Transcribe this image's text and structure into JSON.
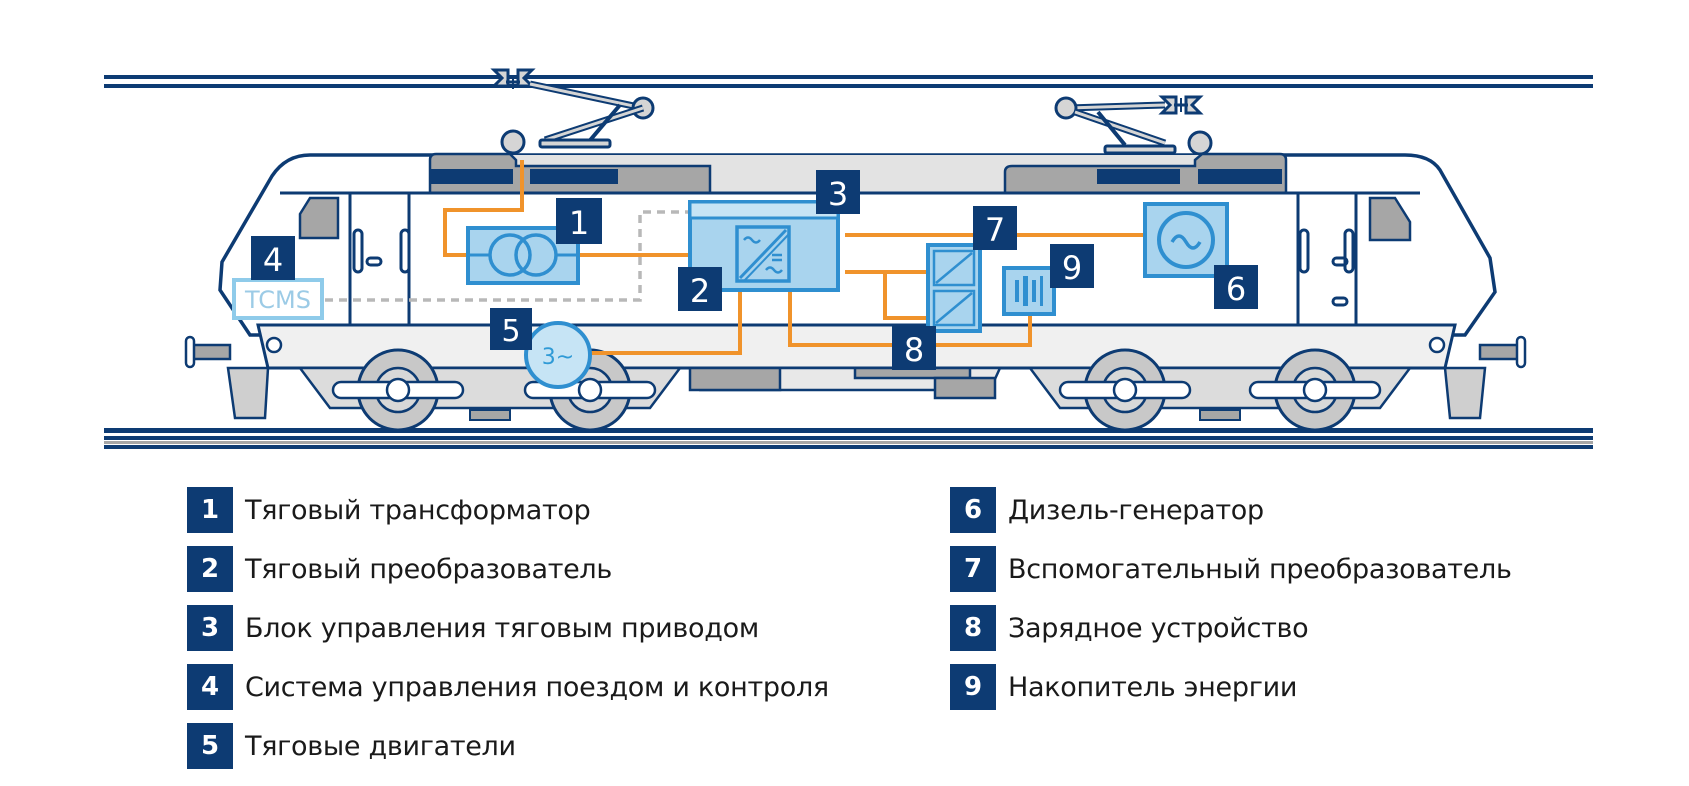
{
  "diagram": {
    "title": "Locomotive traction system components",
    "colors": {
      "outline": "#0d3b73",
      "badge": "#0d3b73",
      "component_fill": "#a9d4ee",
      "component_stroke": "#2f8fd0",
      "power_line": "#f0932b",
      "control_line": "#b8b8b8",
      "roof_gray": "#a6a6a6",
      "body_white": "#ffffff",
      "frame_light": "#ededed"
    },
    "components": {
      "tcms_label": "TCMS",
      "motor_symbol": "3~",
      "generator_symbol": "~"
    },
    "badges": [
      "1",
      "2",
      "3",
      "4",
      "5",
      "6",
      "7",
      "8",
      "9"
    ]
  },
  "legend": {
    "left": [
      {
        "num": "1",
        "label": "Тяговый трансформатор"
      },
      {
        "num": "2",
        "label": "Тяговый преобразователь"
      },
      {
        "num": "3",
        "label": "Блок управления тяговым приводом"
      },
      {
        "num": "4",
        "label": "Система управления поездом и контроля"
      },
      {
        "num": "5",
        "label": "Тяговые двигатели"
      }
    ],
    "right": [
      {
        "num": "6",
        "label": "Дизель-генератор"
      },
      {
        "num": "7",
        "label": "Вспомогательный преобразователь"
      },
      {
        "num": "8",
        "label": "Зарядное устройство"
      },
      {
        "num": "9",
        "label": "Накопитель энергии"
      }
    ]
  }
}
